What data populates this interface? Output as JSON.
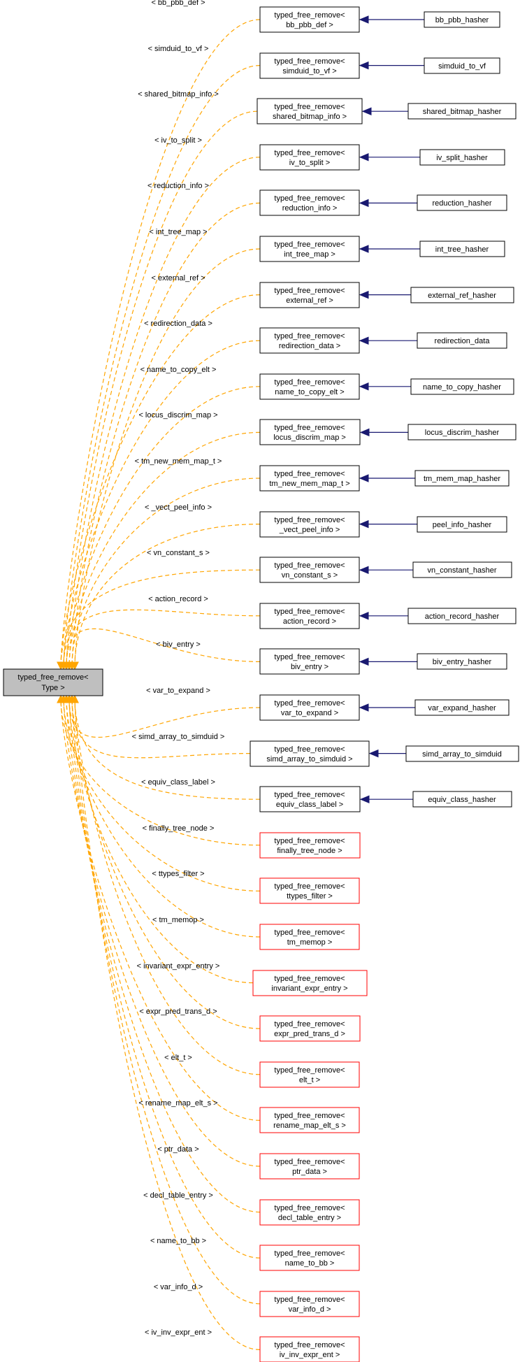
{
  "colors": {
    "root_fill": "#bfbfbf",
    "black_border": "#000000",
    "red_border": "#ff0000",
    "template_edge": "#ffa500",
    "inherit_edge": "#191970",
    "background": "#ffffff"
  },
  "root": {
    "line1": "typed_free_remove<",
    "line2": "Type >"
  },
  "rows": [
    {
      "arg": "< bb_pbb_def >",
      "inst1": "typed_free_remove<",
      "inst2": "bb_pbb_def >",
      "child": "bb_pbb_hasher"
    },
    {
      "arg": "< simduid_to_vf >",
      "inst1": "typed_free_remove<",
      "inst2": "simduid_to_vf >",
      "child": "simduid_to_vf"
    },
    {
      "arg": "< shared_bitmap_info >",
      "inst1": "typed_free_remove<",
      "inst2": "shared_bitmap_info >",
      "child": "shared_bitmap_hasher"
    },
    {
      "arg": "< iv_to_split >",
      "inst1": "typed_free_remove<",
      "inst2": "iv_to_split >",
      "child": "iv_split_hasher"
    },
    {
      "arg": "< reduction_info >",
      "inst1": "typed_free_remove<",
      "inst2": "reduction_info >",
      "child": "reduction_hasher"
    },
    {
      "arg": "< int_tree_map >",
      "inst1": "typed_free_remove<",
      "inst2": "int_tree_map >",
      "child": "int_tree_hasher"
    },
    {
      "arg": "< external_ref >",
      "inst1": "typed_free_remove<",
      "inst2": "external_ref >",
      "child": "external_ref_hasher"
    },
    {
      "arg": "< redirection_data >",
      "inst1": "typed_free_remove<",
      "inst2": "redirection_data >",
      "child": "redirection_data"
    },
    {
      "arg": "< name_to_copy_elt >",
      "inst1": "typed_free_remove<",
      "inst2": "name_to_copy_elt >",
      "child": "name_to_copy_hasher"
    },
    {
      "arg": "< locus_discrim_map >",
      "inst1": "typed_free_remove<",
      "inst2": "locus_discrim_map >",
      "child": "locus_discrim_hasher"
    },
    {
      "arg": "< tm_new_mem_map_t >",
      "inst1": "typed_free_remove<",
      "inst2": "tm_new_mem_map_t >",
      "child": "tm_mem_map_hasher"
    },
    {
      "arg": "< _vect_peel_info >",
      "inst1": "typed_free_remove<",
      "inst2": "_vect_peel_info >",
      "child": "peel_info_hasher"
    },
    {
      "arg": "< vn_constant_s >",
      "inst1": "typed_free_remove<",
      "inst2": "vn_constant_s >",
      "child": "vn_constant_hasher"
    },
    {
      "arg": "< action_record >",
      "inst1": "typed_free_remove<",
      "inst2": "action_record >",
      "child": "action_record_hasher"
    },
    {
      "arg": "< biv_entry >",
      "inst1": "typed_free_remove<",
      "inst2": "biv_entry >",
      "child": "biv_entry_hasher"
    },
    {
      "arg": "< var_to_expand >",
      "inst1": "typed_free_remove<",
      "inst2": "var_to_expand >",
      "child": "var_expand_hasher"
    },
    {
      "arg": "< simd_array_to_simduid >",
      "inst1": "typed_free_remove<",
      "inst2": "simd_array_to_simduid >",
      "child": "simd_array_to_simduid"
    },
    {
      "arg": "< equiv_class_label >",
      "inst1": "typed_free_remove<",
      "inst2": "equiv_class_label >",
      "child": "equiv_class_hasher"
    },
    {
      "arg": "< finally_tree_node >",
      "inst1": "typed_free_remove<",
      "inst2": "finally_tree_node >",
      "child": ""
    },
    {
      "arg": "< ttypes_filter >",
      "inst1": "typed_free_remove<",
      "inst2": "ttypes_filter >",
      "child": ""
    },
    {
      "arg": "< tm_memop >",
      "inst1": "typed_free_remove<",
      "inst2": "tm_memop >",
      "child": ""
    },
    {
      "arg": "< invariant_expr_entry >",
      "inst1": "typed_free_remove<",
      "inst2": "invariant_expr_entry >",
      "child": ""
    },
    {
      "arg": "< expr_pred_trans_d >",
      "inst1": "typed_free_remove<",
      "inst2": "expr_pred_trans_d >",
      "child": ""
    },
    {
      "arg": "< elt_t >",
      "inst1": "typed_free_remove<",
      "inst2": "elt_t >",
      "child": ""
    },
    {
      "arg": "< rename_map_elt_s >",
      "inst1": "typed_free_remove<",
      "inst2": "rename_map_elt_s >",
      "child": ""
    },
    {
      "arg": "< ptr_data >",
      "inst1": "typed_free_remove<",
      "inst2": "ptr_data >",
      "child": ""
    },
    {
      "arg": "< decl_table_entry >",
      "inst1": "typed_free_remove<",
      "inst2": "decl_table_entry >",
      "child": ""
    },
    {
      "arg": "< name_to_bb >",
      "inst1": "typed_free_remove<",
      "inst2": "name_to_bb >",
      "child": ""
    },
    {
      "arg": "< var_info_d >",
      "inst1": "typed_free_remove<",
      "inst2": "var_info_d >",
      "child": ""
    },
    {
      "arg": "< iv_inv_expr_ent >",
      "inst1": "typed_free_remove<",
      "inst2": "iv_inv_expr_ent >",
      "child": ""
    }
  ]
}
